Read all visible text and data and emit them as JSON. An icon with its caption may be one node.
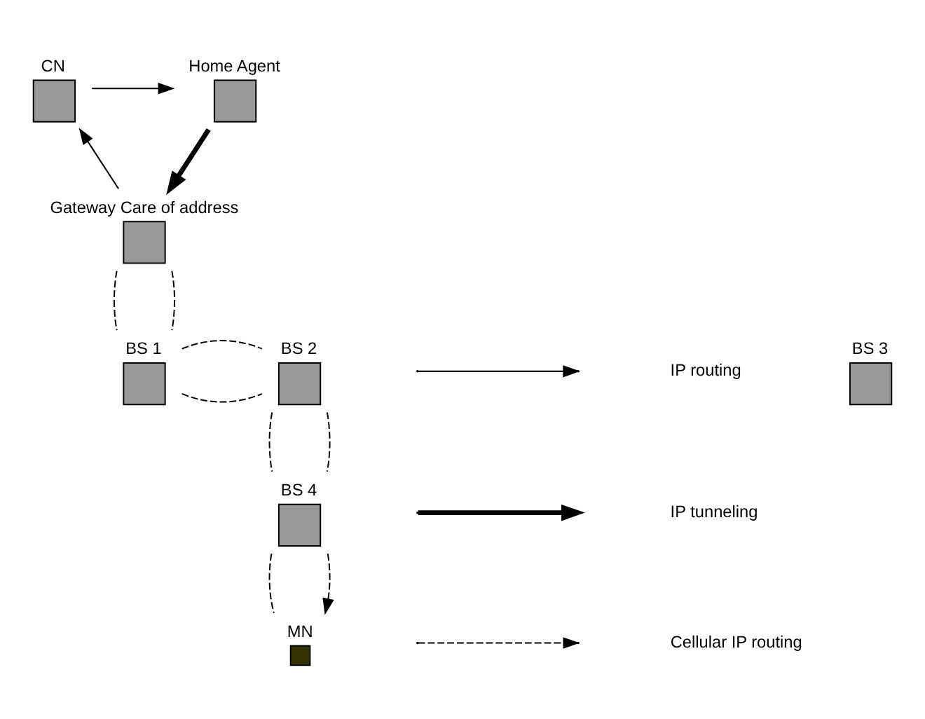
{
  "diagram": {
    "nodes": [
      {
        "text": [
          "CN"
        ]
      },
      {
        "text": [
          "Home Agent"
        ]
      },
      {
        "text": [
          "Gateway Care of address"
        ]
      },
      {
        "text": [
          "BS 1"
        ]
      },
      {
        "text": [
          "BS 2"
        ]
      },
      {
        "text": [
          "BS 3"
        ]
      },
      {
        "text": [
          "BS 4"
        ]
      },
      {
        "text": [
          "MN"
        ]
      }
    ],
    "edges": [
      {
        "from": 0,
        "to": 1,
        "arrow": "to"
      },
      {
        "from": 1,
        "to": 2,
        "arrow": "to",
        "style": "thick"
      },
      {
        "from": 2,
        "to": 0,
        "arrow": "to"
      },
      {
        "from": 2,
        "to": 3,
        "arrow": "none",
        "style": "dashed"
      },
      {
        "from": 2,
        "to": 3,
        "arrow": "none",
        "style": "dashed"
      },
      {
        "from": 3,
        "to": 4,
        "arrow": "none",
        "style": "dashed"
      },
      {
        "from": 3,
        "to": 4,
        "arrow": "none",
        "style": "dashed"
      },
      {
        "from": 4,
        "to": 6,
        "arrow": "none",
        "style": "dashed"
      },
      {
        "from": 4,
        "to": 6,
        "arrow": "none",
        "style": "dashed"
      },
      {
        "from": 6,
        "to": 7,
        "arrow": "none",
        "style": "dashed"
      },
      {
        "from": 6,
        "to": 7,
        "arrow": "to",
        "style": "dashed"
      }
    ],
    "legend": [
      {
        "text": "IP routing"
      },
      {
        "text": "IP tunneling"
      },
      {
        "text": "Cellular IP routing"
      }
    ]
  }
}
